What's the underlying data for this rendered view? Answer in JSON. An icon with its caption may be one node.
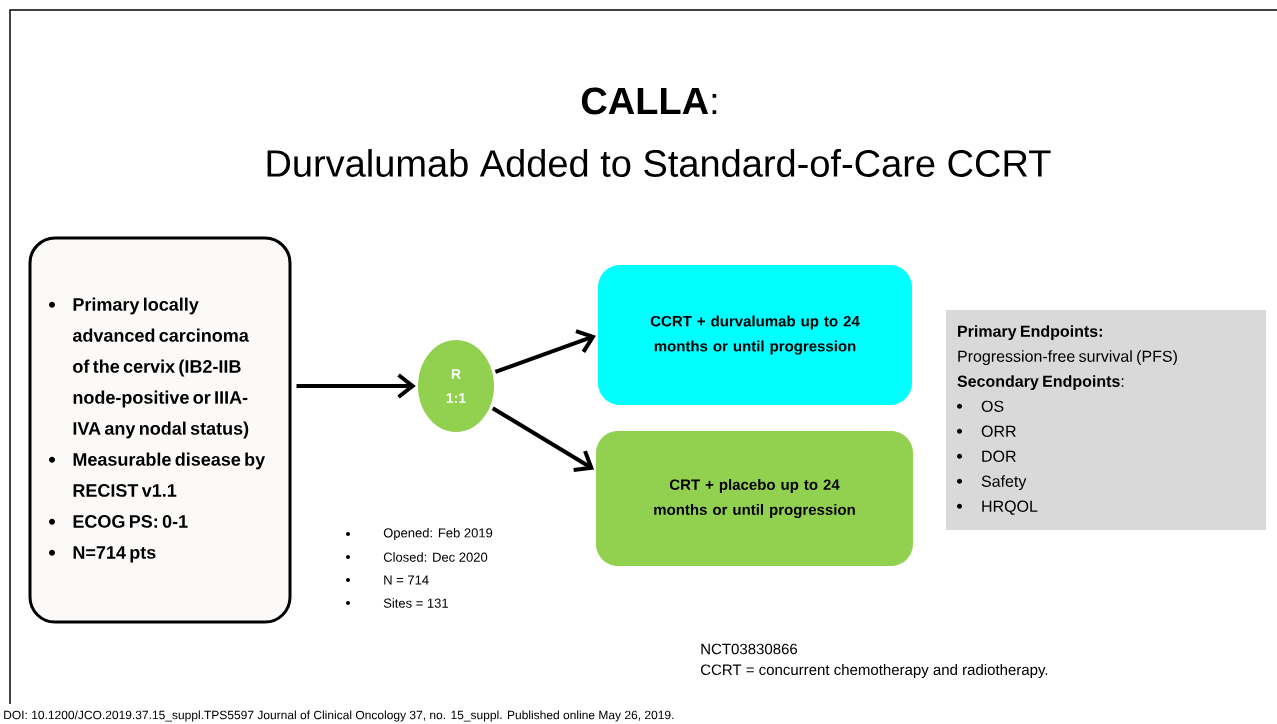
{
  "diagram": {
    "title": "**CALLA**:",
    "nodes": [
      {
        "text": [
          "Primary locally advanced carcinoma of the cervix (IB2-IIB node-positive or IIIA-IVA any nodal status)",
          "Measurable disease by RECIST v1.1",
          "ECOG PS: 0-1",
          "N=714 pts"
        ]
      },
      {
        "text": [
          "R 1:1"
        ]
      },
      {
        "text": [
          "CCRT + durvalumab up to 24 months or until progression"
        ]
      },
      {
        "text": [
          "CRT + placebo up to 24 months or until progression"
        ]
      },
      {
        "text": [
          "Primary Endpoints:",
          "Progression-free survival (PFS)",
          "**Secondary Endpoints**:",
          "OS",
          "ORR",
          "DOR",
          "Safety",
          "HRQOL"
        ]
      }
    ],
    "edges": [
      {
        "from": 0,
        "to": 1,
        "arrow": "to"
      },
      {
        "from": 1,
        "to": 2,
        "arrow": "to"
      },
      {
        "from": 1,
        "to": 3,
        "arrow": "to"
      }
    ],
    "labels": [
      "Durvalumab Added to Standard-of-Care CCRT",
      "Opened: Feb 2019",
      "Closed: Dec 2020",
      "N = 714",
      "Sites = 131",
      "NCT03830866",
      "CCRT = concurrent chemotherapy and radiotherapy.",
      "DOI: 10.1200/JCO.2019.37.15_suppl.TPS5597 Journal of Clinical Oncology 37, no. 15_suppl. Published online May 26, 2019."
    ]
  }
}
